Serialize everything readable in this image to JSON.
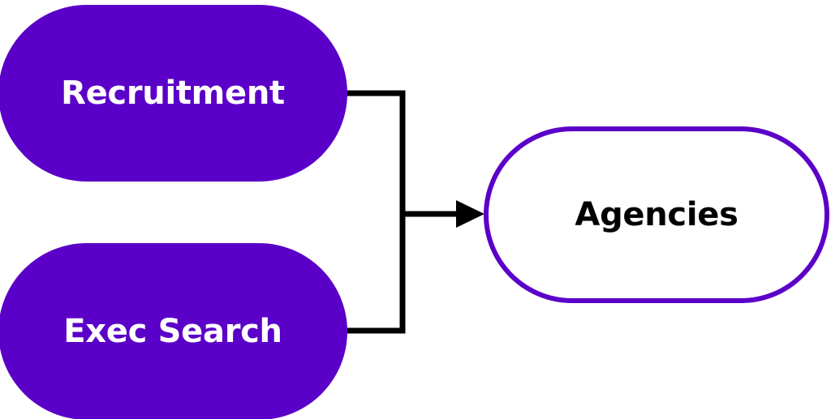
{
  "diagram": {
    "sources": [
      {
        "id": "recruitment",
        "label": "Recruitment"
      },
      {
        "id": "exec-search",
        "label": "Exec Search"
      }
    ],
    "target": {
      "id": "agencies",
      "label": "Agencies"
    },
    "colors": {
      "node_fill": "#5b00c8",
      "node_text": "#ffffff",
      "target_border": "#5b00c8",
      "target_text": "#000000",
      "connector": "#000000"
    }
  }
}
